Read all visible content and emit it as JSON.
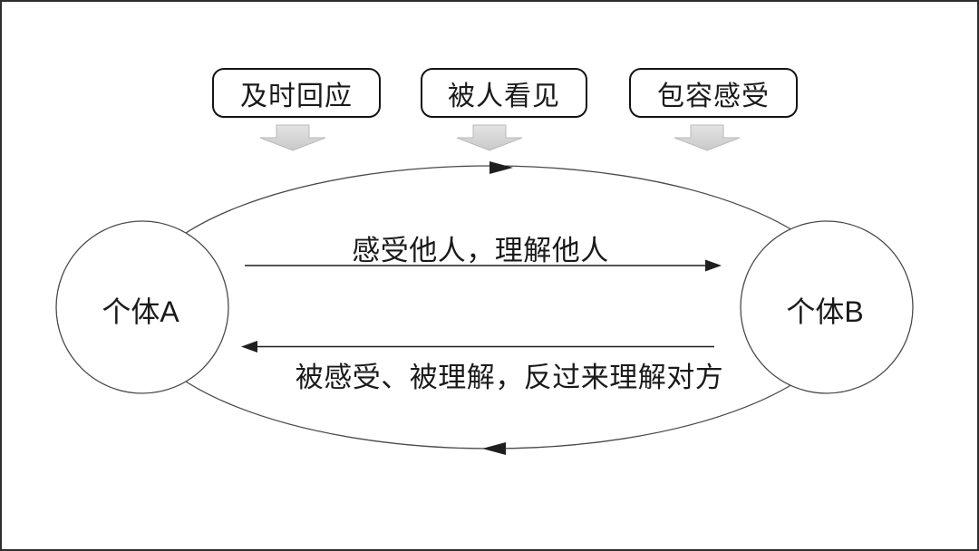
{
  "page": {
    "background": "#ffffff",
    "frame_border": "#2e2e2e"
  },
  "colors": {
    "shape_stroke": "#4a4a4a",
    "arrow_color": "#1f1f1f",
    "down_arrow_fill_top": "#e3e3e3",
    "down_arrow_fill_bottom": "#c9c9c9",
    "down_arrow_border": "#b9b9b9",
    "text": "#1a1a1a",
    "node_fill": "#ffffff"
  },
  "top_boxes": [
    {
      "label": "及时回应",
      "icon": "down-arrow-icon"
    },
    {
      "label": "被人看见",
      "icon": "down-arrow-icon"
    },
    {
      "label": "包容感受",
      "icon": "down-arrow-icon"
    }
  ],
  "nodes": {
    "left": {
      "label": "个体A"
    },
    "right": {
      "label": "个体B"
    }
  },
  "flows": {
    "forward": {
      "label": "感受他人，理解他人",
      "direction": "right"
    },
    "backward": {
      "label": "被感受、被理解，反过来理解对方",
      "direction": "left"
    },
    "cycle": {
      "top_direction": "right",
      "bottom_direction": "left"
    }
  }
}
